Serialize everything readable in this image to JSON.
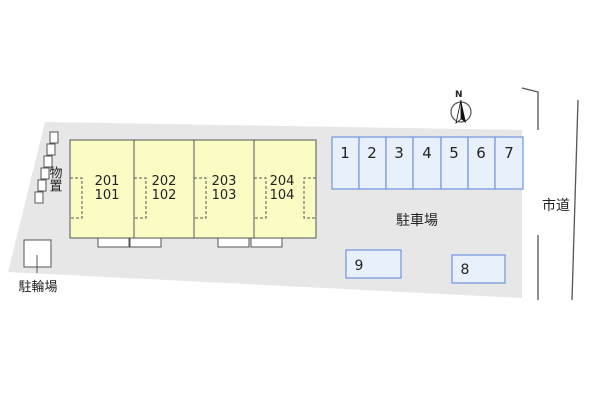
{
  "colors": {
    "site_fill": "#e7e7e7",
    "building_fill": "#fbfbc4",
    "parking_fill": "#e8f0fb",
    "parking_border": "#7b9ce0",
    "line": "#555555"
  },
  "compass": {
    "label": "N"
  },
  "units": [
    {
      "upper": "201",
      "lower": "101"
    },
    {
      "upper": "202",
      "lower": "102"
    },
    {
      "upper": "203",
      "lower": "103"
    },
    {
      "upper": "204",
      "lower": "104"
    }
  ],
  "parking_row": [
    "1",
    "2",
    "3",
    "4",
    "5",
    "6",
    "7"
  ],
  "parking_extra": {
    "nine": "9",
    "eight": "8"
  },
  "labels": {
    "storage": "物置",
    "parking_lot": "駐車場",
    "bicycle_parking": "駐輪場",
    "city_road": "市道"
  }
}
